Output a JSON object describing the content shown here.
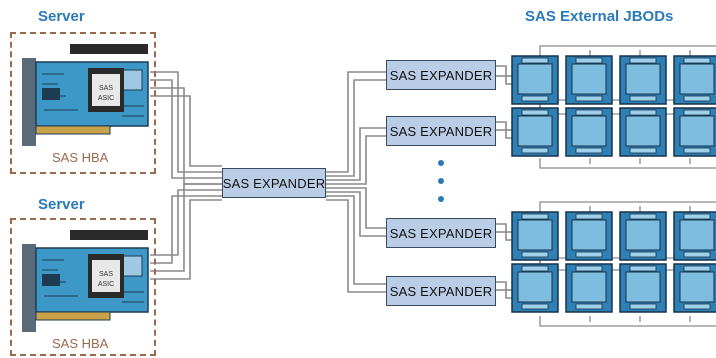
{
  "labels": {
    "server_top": "Server",
    "server_bottom": "Server",
    "jbods_title": "SAS External JBODs",
    "hba_top": "SAS HBA",
    "hba_bottom": "SAS HBA",
    "chip_top_l1": "SAS",
    "chip_top_l2": "ASIC",
    "chip_bottom_l1": "SAS",
    "chip_bottom_l2": "ASIC"
  },
  "expanders": {
    "center": "SAS EXPANDER",
    "jbod1": "SAS EXPANDER",
    "jbod2": "SAS EXPANDER",
    "jbod3": "SAS EXPANDER",
    "jbod4": "SAS EXPANDER"
  },
  "colors": {
    "title": "#2a7ab8",
    "server_border": "#9a6a4c",
    "expander_fill": "#b9cde6",
    "card_blue": "#3d98c8",
    "drive_fill": "#6fb3d9",
    "cable": "#8a8a8a"
  },
  "icons": {
    "hba_card": "pcie-hba-card",
    "drive": "disk-drive",
    "ellipsis": "vertical-ellipsis"
  }
}
